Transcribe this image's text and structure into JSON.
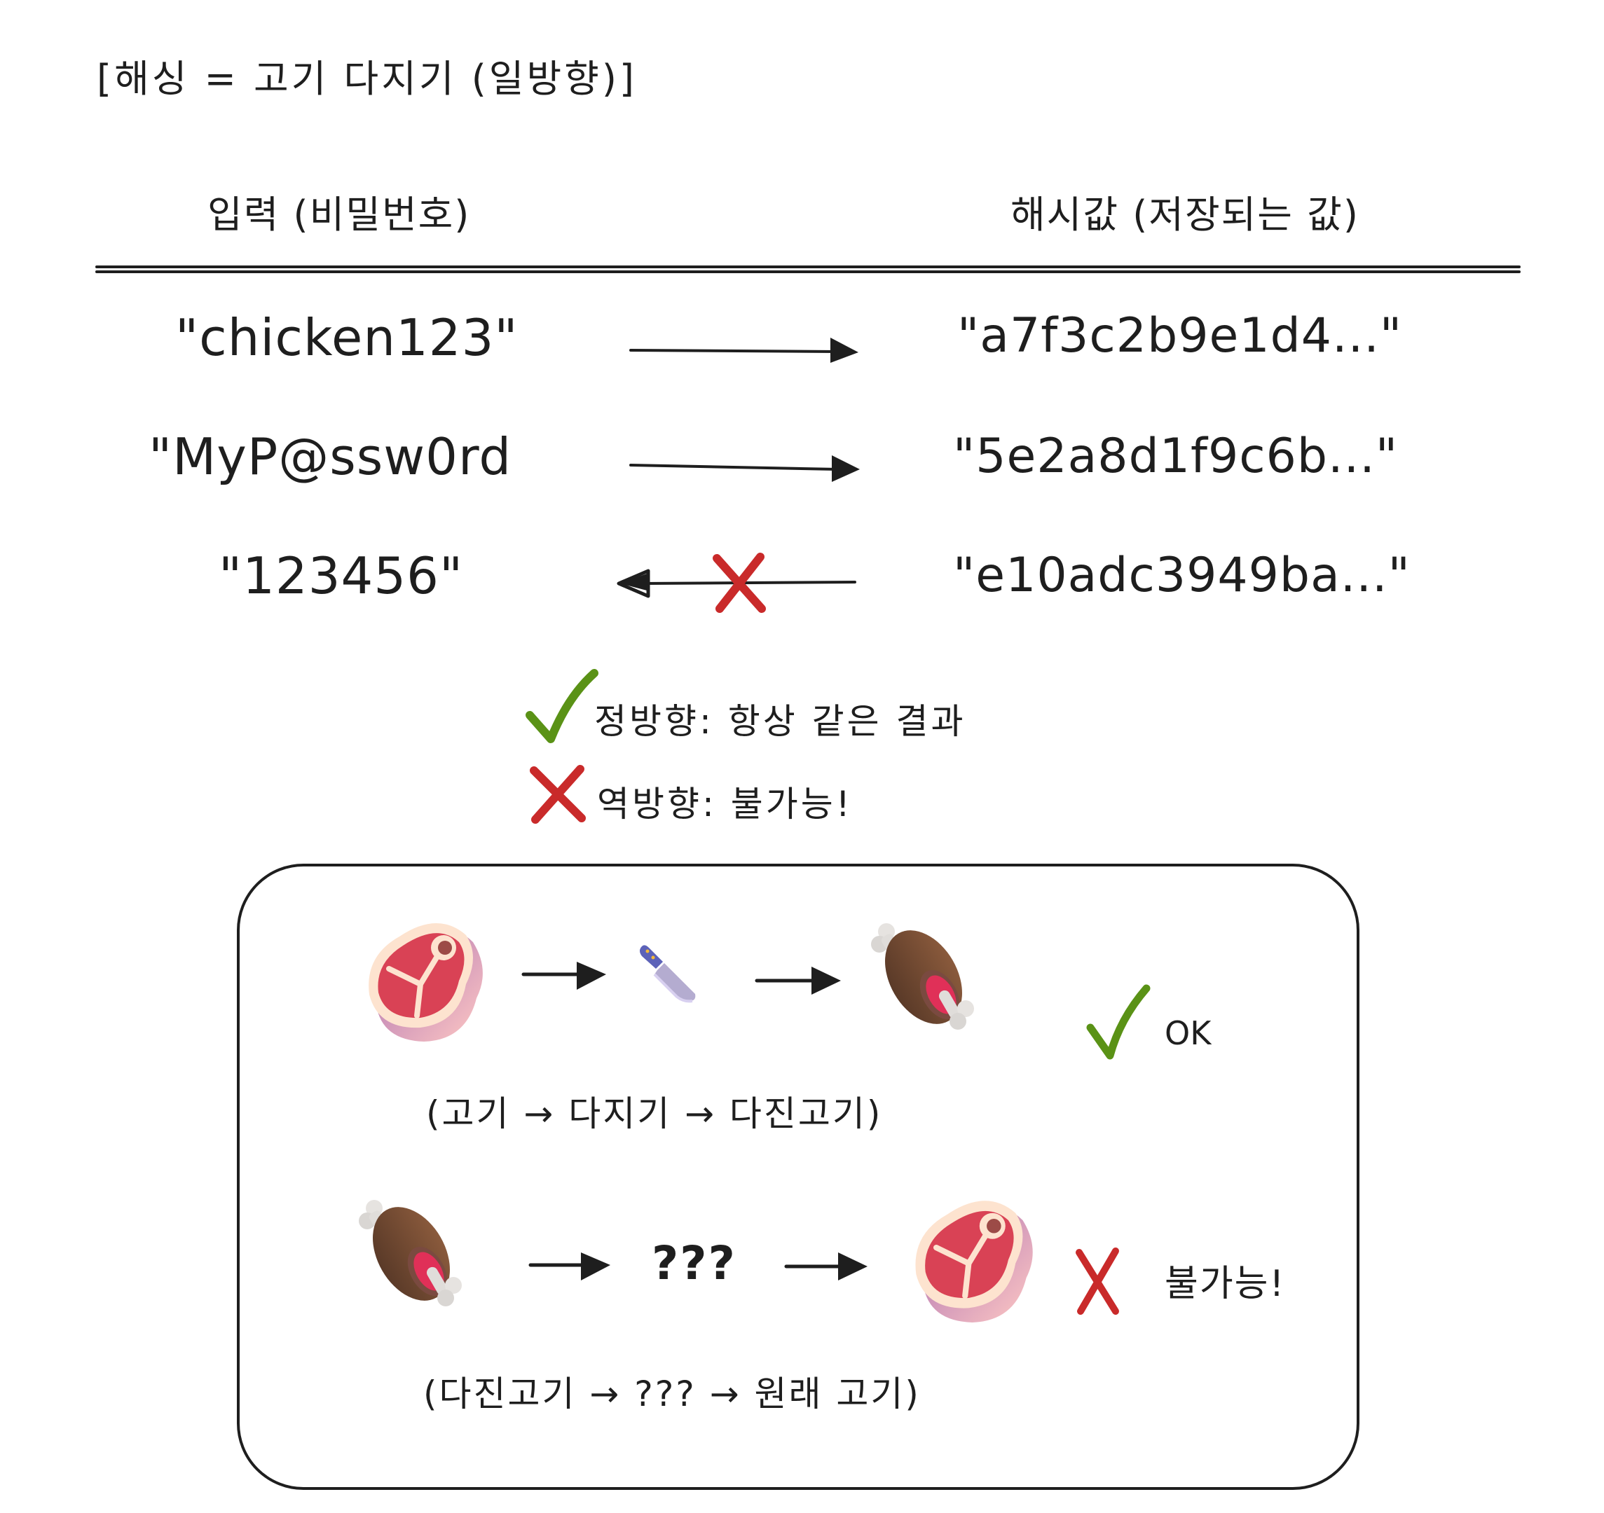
{
  "title": "[해싱 = 고기 다지기 (일방향)]",
  "columns": {
    "input_header": "입력 (비밀번호)",
    "hash_header": "해시값 (저장되는 값)"
  },
  "rows": [
    {
      "input": "\"chicken123\"",
      "hash": "\"a7f3c2b9e1d4...\"",
      "direction": "forward"
    },
    {
      "input": "\"MyP@ssw0rd",
      "hash": "\"5e2a8d1f9c6b...\"",
      "direction": "forward"
    },
    {
      "input": "\"123456\"",
      "hash": "\"e10adc3949ba...\"",
      "direction": "reverse-blocked"
    }
  ],
  "legend": {
    "forward": {
      "icon": "check-icon",
      "label": "정방향: 항상 같은 결과"
    },
    "reverse": {
      "icon": "cross-icon",
      "label": "역방향: 불가능!"
    }
  },
  "analogy": {
    "row1": {
      "items": [
        "cut-of-meat",
        "kitchen-knife",
        "meat-on-bone"
      ],
      "status_icon": "check-icon",
      "status_label": "OK",
      "caption": "(고기 → 다지기 → 다진고기)"
    },
    "row2": {
      "items": [
        "meat-on-bone",
        "???",
        "cut-of-meat"
      ],
      "unknown": "???",
      "status_icon": "cross-icon",
      "status_label": "불가능!",
      "caption": "(다진고기 → ??? → 원래 고기)"
    }
  },
  "colors": {
    "ink": "#1e1e1e",
    "check": "#5a9216",
    "cross": "#c92a2a",
    "meat_red": "#d94255",
    "meat_rim": "#fde3cf",
    "roast_brown": "#6b4530",
    "bone": "#e6e3e0",
    "knife_handle": "#5c62b8",
    "knife_blade": "#b4acd0"
  }
}
